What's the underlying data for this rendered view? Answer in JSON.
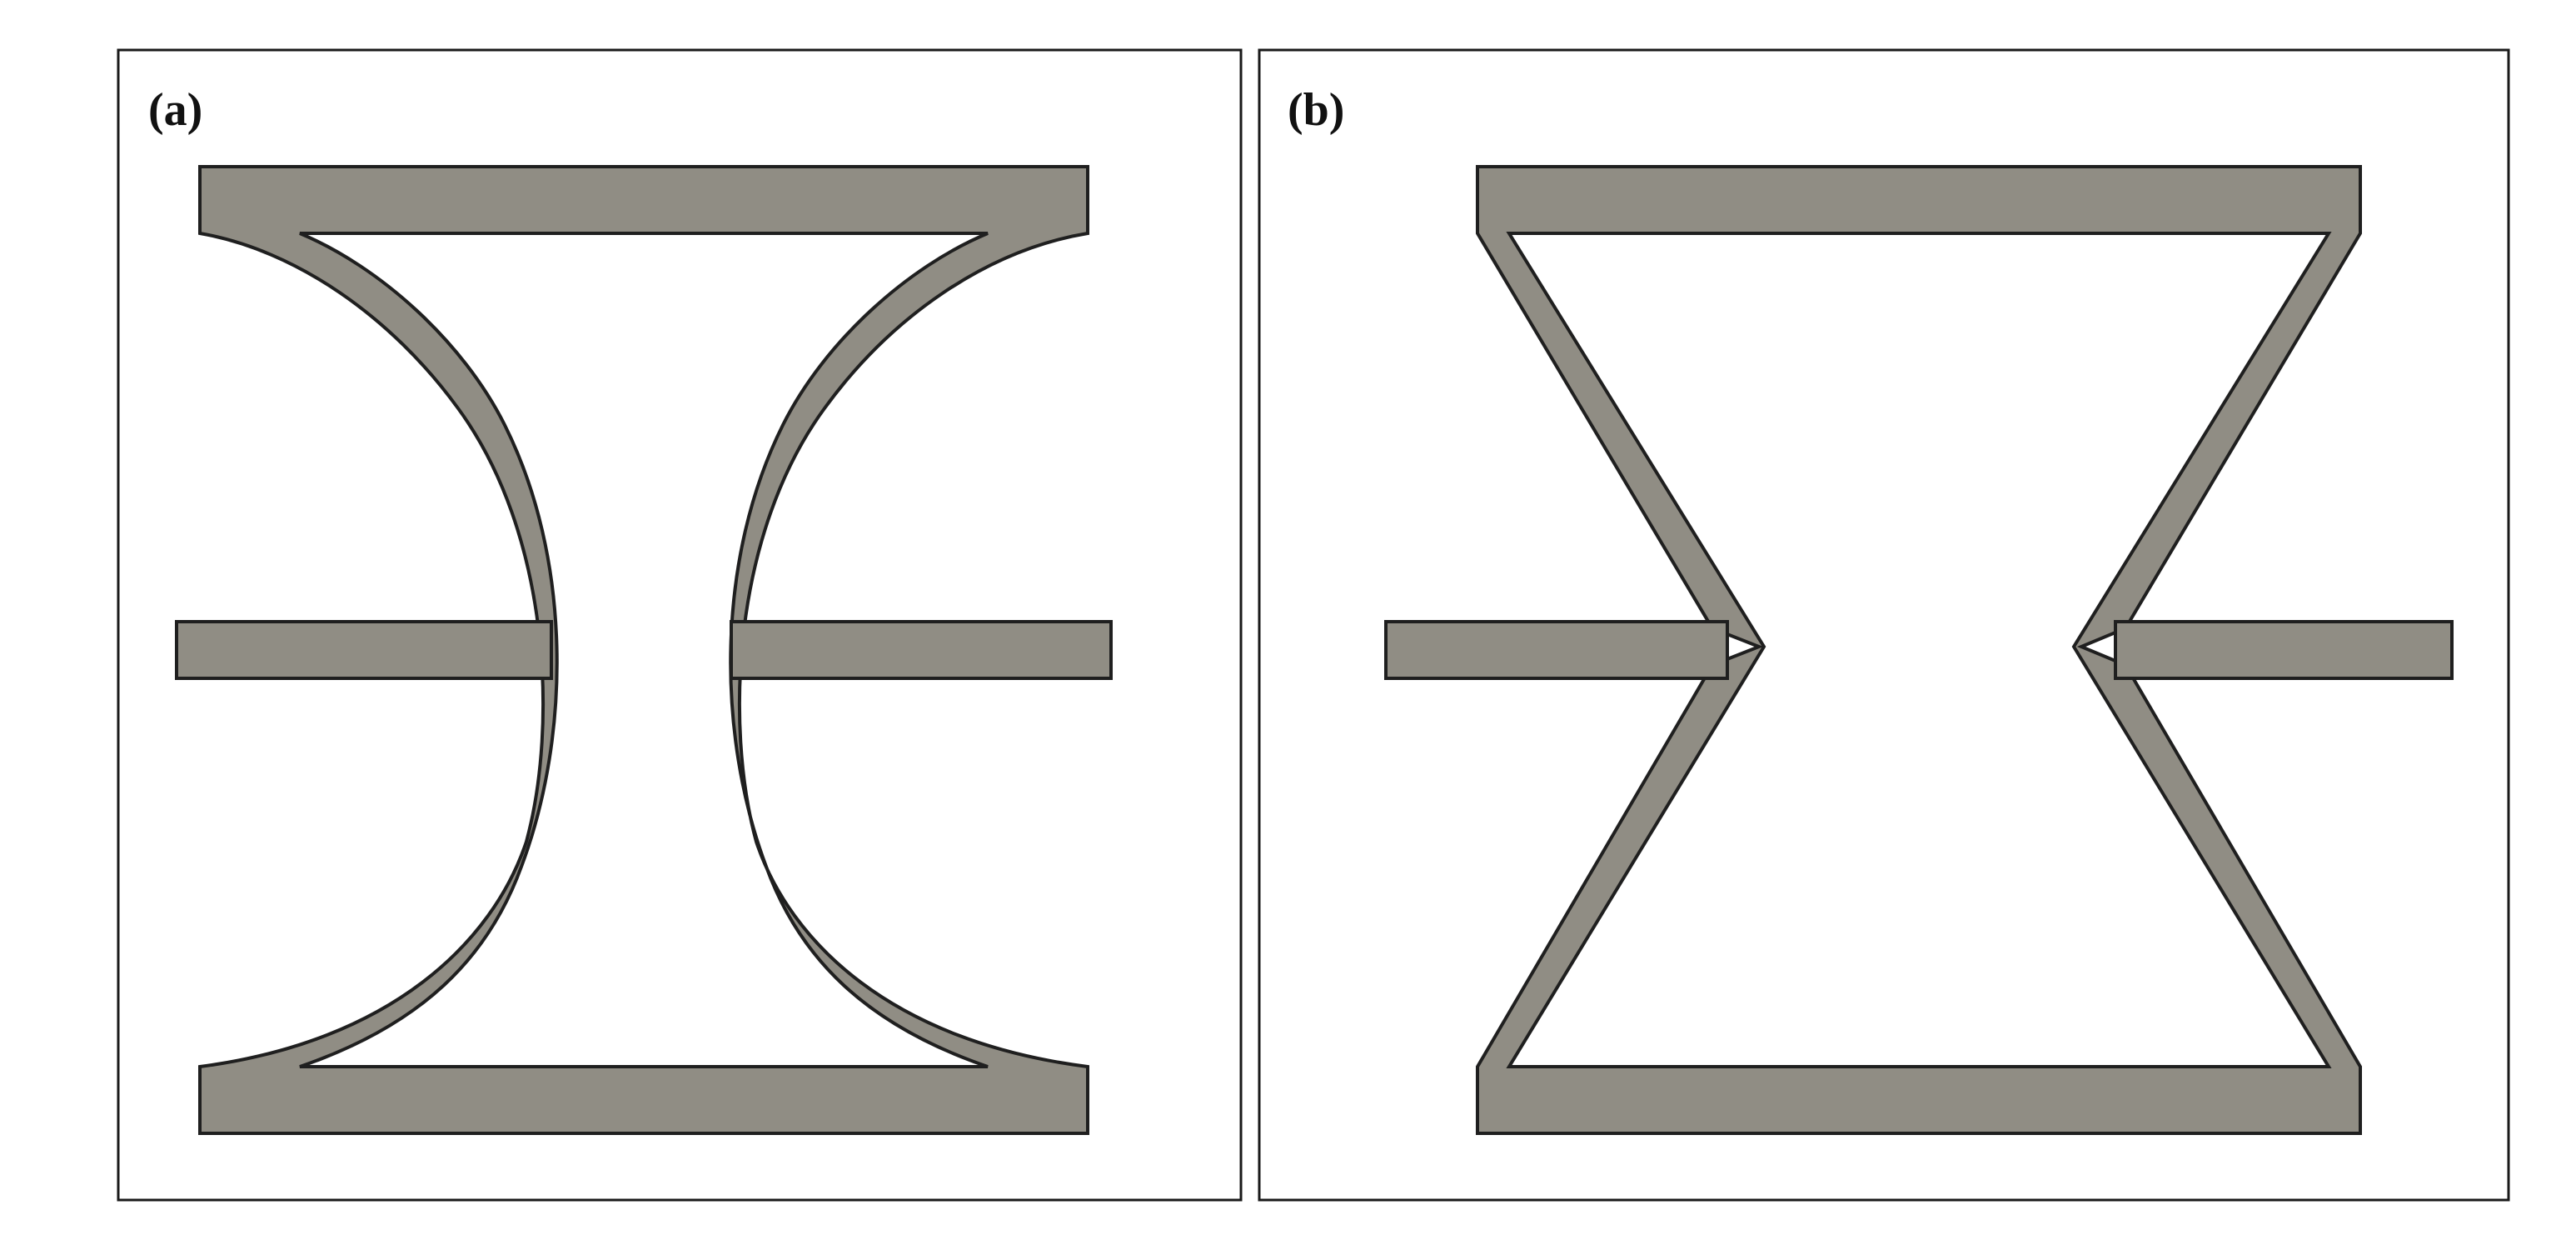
{
  "figure": {
    "panels": [
      {
        "label": "(a)",
        "shape": "curved-wall-reentrant-cell"
      },
      {
        "label": "(b)",
        "shape": "straight-wall-reentrant-cell"
      }
    ],
    "colors": {
      "shape_fill": "#908d84",
      "shape_stroke": "#1f1f1f",
      "frame_stroke": "#1a1a1a",
      "background": "#ffffff"
    }
  }
}
